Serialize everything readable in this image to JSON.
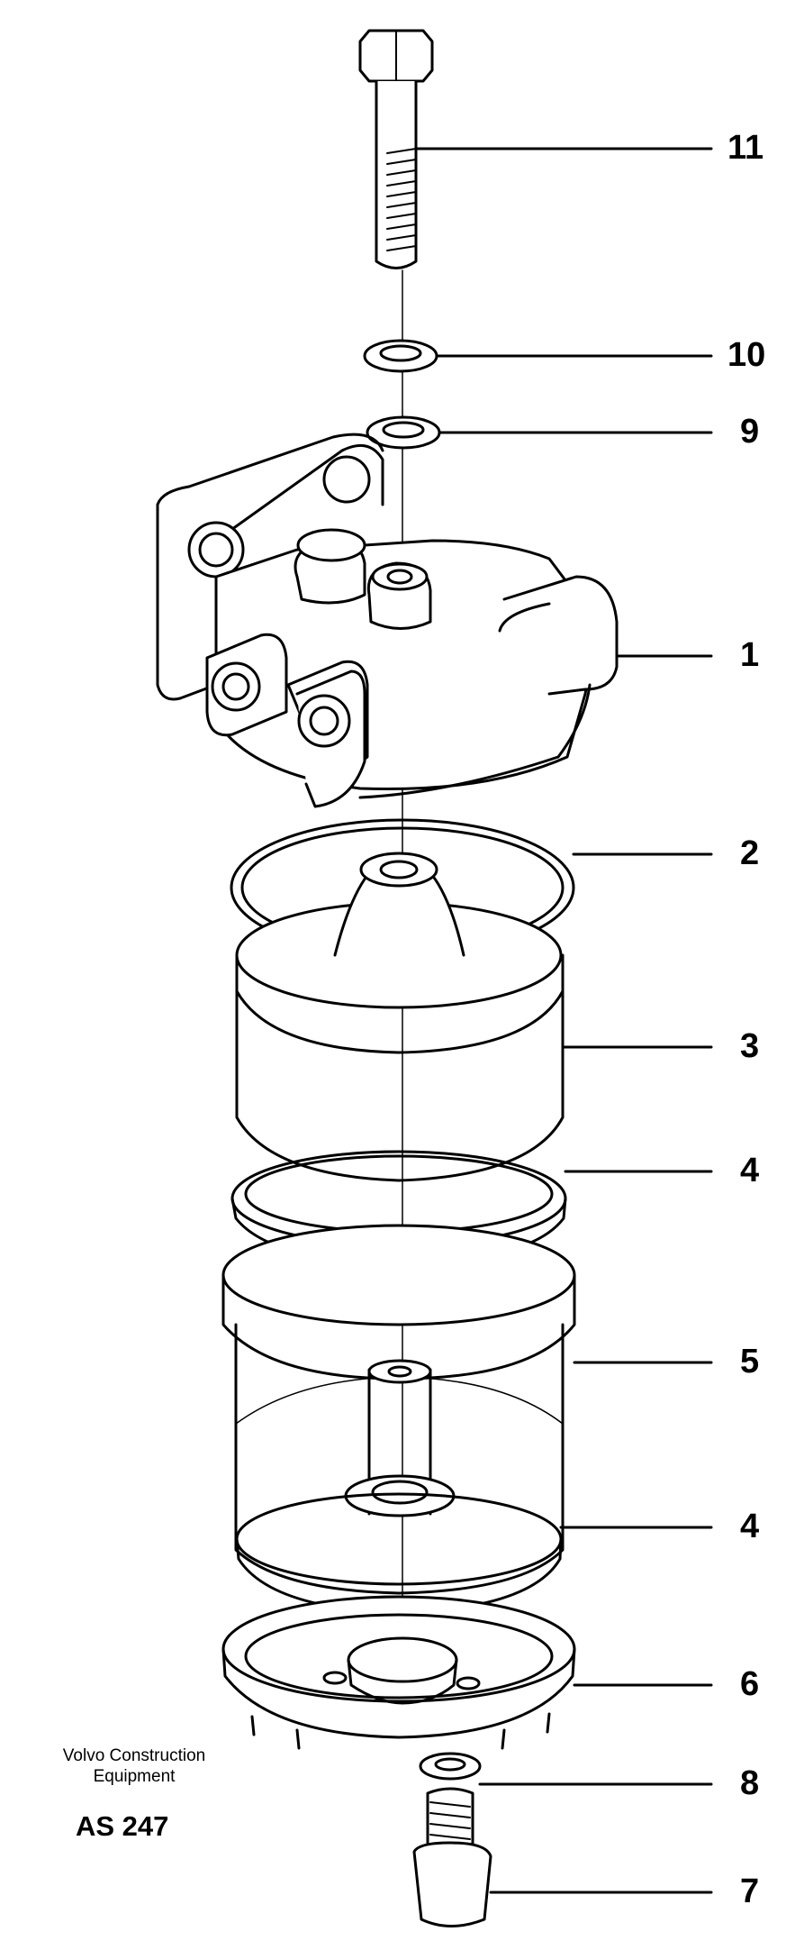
{
  "caption": {
    "line1": "Volvo Construction",
    "line2": "Equipment",
    "code": "AS 247"
  },
  "callouts": {
    "c11": "11",
    "c10": "10",
    "c9": "9",
    "c1": "1",
    "c2": "2",
    "c3": "3",
    "c4a": "4",
    "c5": "5",
    "c4b": "4",
    "c6": "6",
    "c8": "8",
    "c7": "7"
  },
  "colors": {
    "ink": "#000000",
    "paper": "#ffffff"
  }
}
